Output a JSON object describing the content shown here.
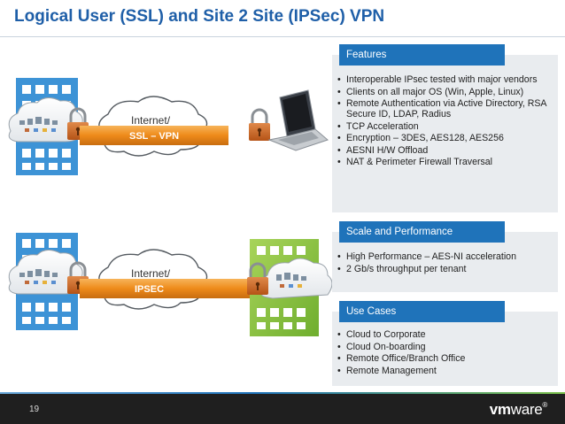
{
  "title": "Logical User (SSL) and Site 2 Site (IPSec) VPN",
  "diagram": {
    "ssl_cloud_label": "Internet/",
    "ssl_band_label": "SSL – VPN",
    "ipsec_cloud_label": "Internet/",
    "ipsec_band_label": "IPSEC"
  },
  "panels": {
    "features": {
      "title": "Features",
      "items": [
        "Interoperable IPsec tested with major vendors",
        "Clients on all major OS (Win, Apple, Linux)",
        "Remote Authentication via Active Directory, RSA Secure ID, LDAP, Radius",
        "TCP Acceleration",
        "Encryption – 3DES, AES128, AES256",
        "AESNI H/W Offload",
        "NAT & Perimeter Firewall Traversal"
      ]
    },
    "scale": {
      "title": "Scale and Performance",
      "items": [
        "High Performance – AES-NI acceleration",
        "2 Gb/s throughput per tenant"
      ]
    },
    "usecases": {
      "title": "Use Cases",
      "items": [
        "Cloud to Corporate",
        "Cloud On-boarding",
        "Remote Office/Branch Office",
        "Remote Management"
      ]
    }
  },
  "footer": {
    "page_number": "19",
    "logo_vm": "vm",
    "logo_ware": "ware",
    "logo_reg": "®"
  },
  "colors": {
    "title": "#1f5fa8",
    "panel_header": "#1f73ba",
    "panel_body": "#e9ecef",
    "building_blue": "#3d93d6",
    "building_green": "#8cc63f",
    "vpn_band": "#f0901e",
    "padlock": "#c9661b",
    "footer": "#1f1f1f"
  },
  "icons": [
    "building-icon",
    "cloud-icon",
    "padlock-icon",
    "laptop-icon",
    "server-icon"
  ]
}
